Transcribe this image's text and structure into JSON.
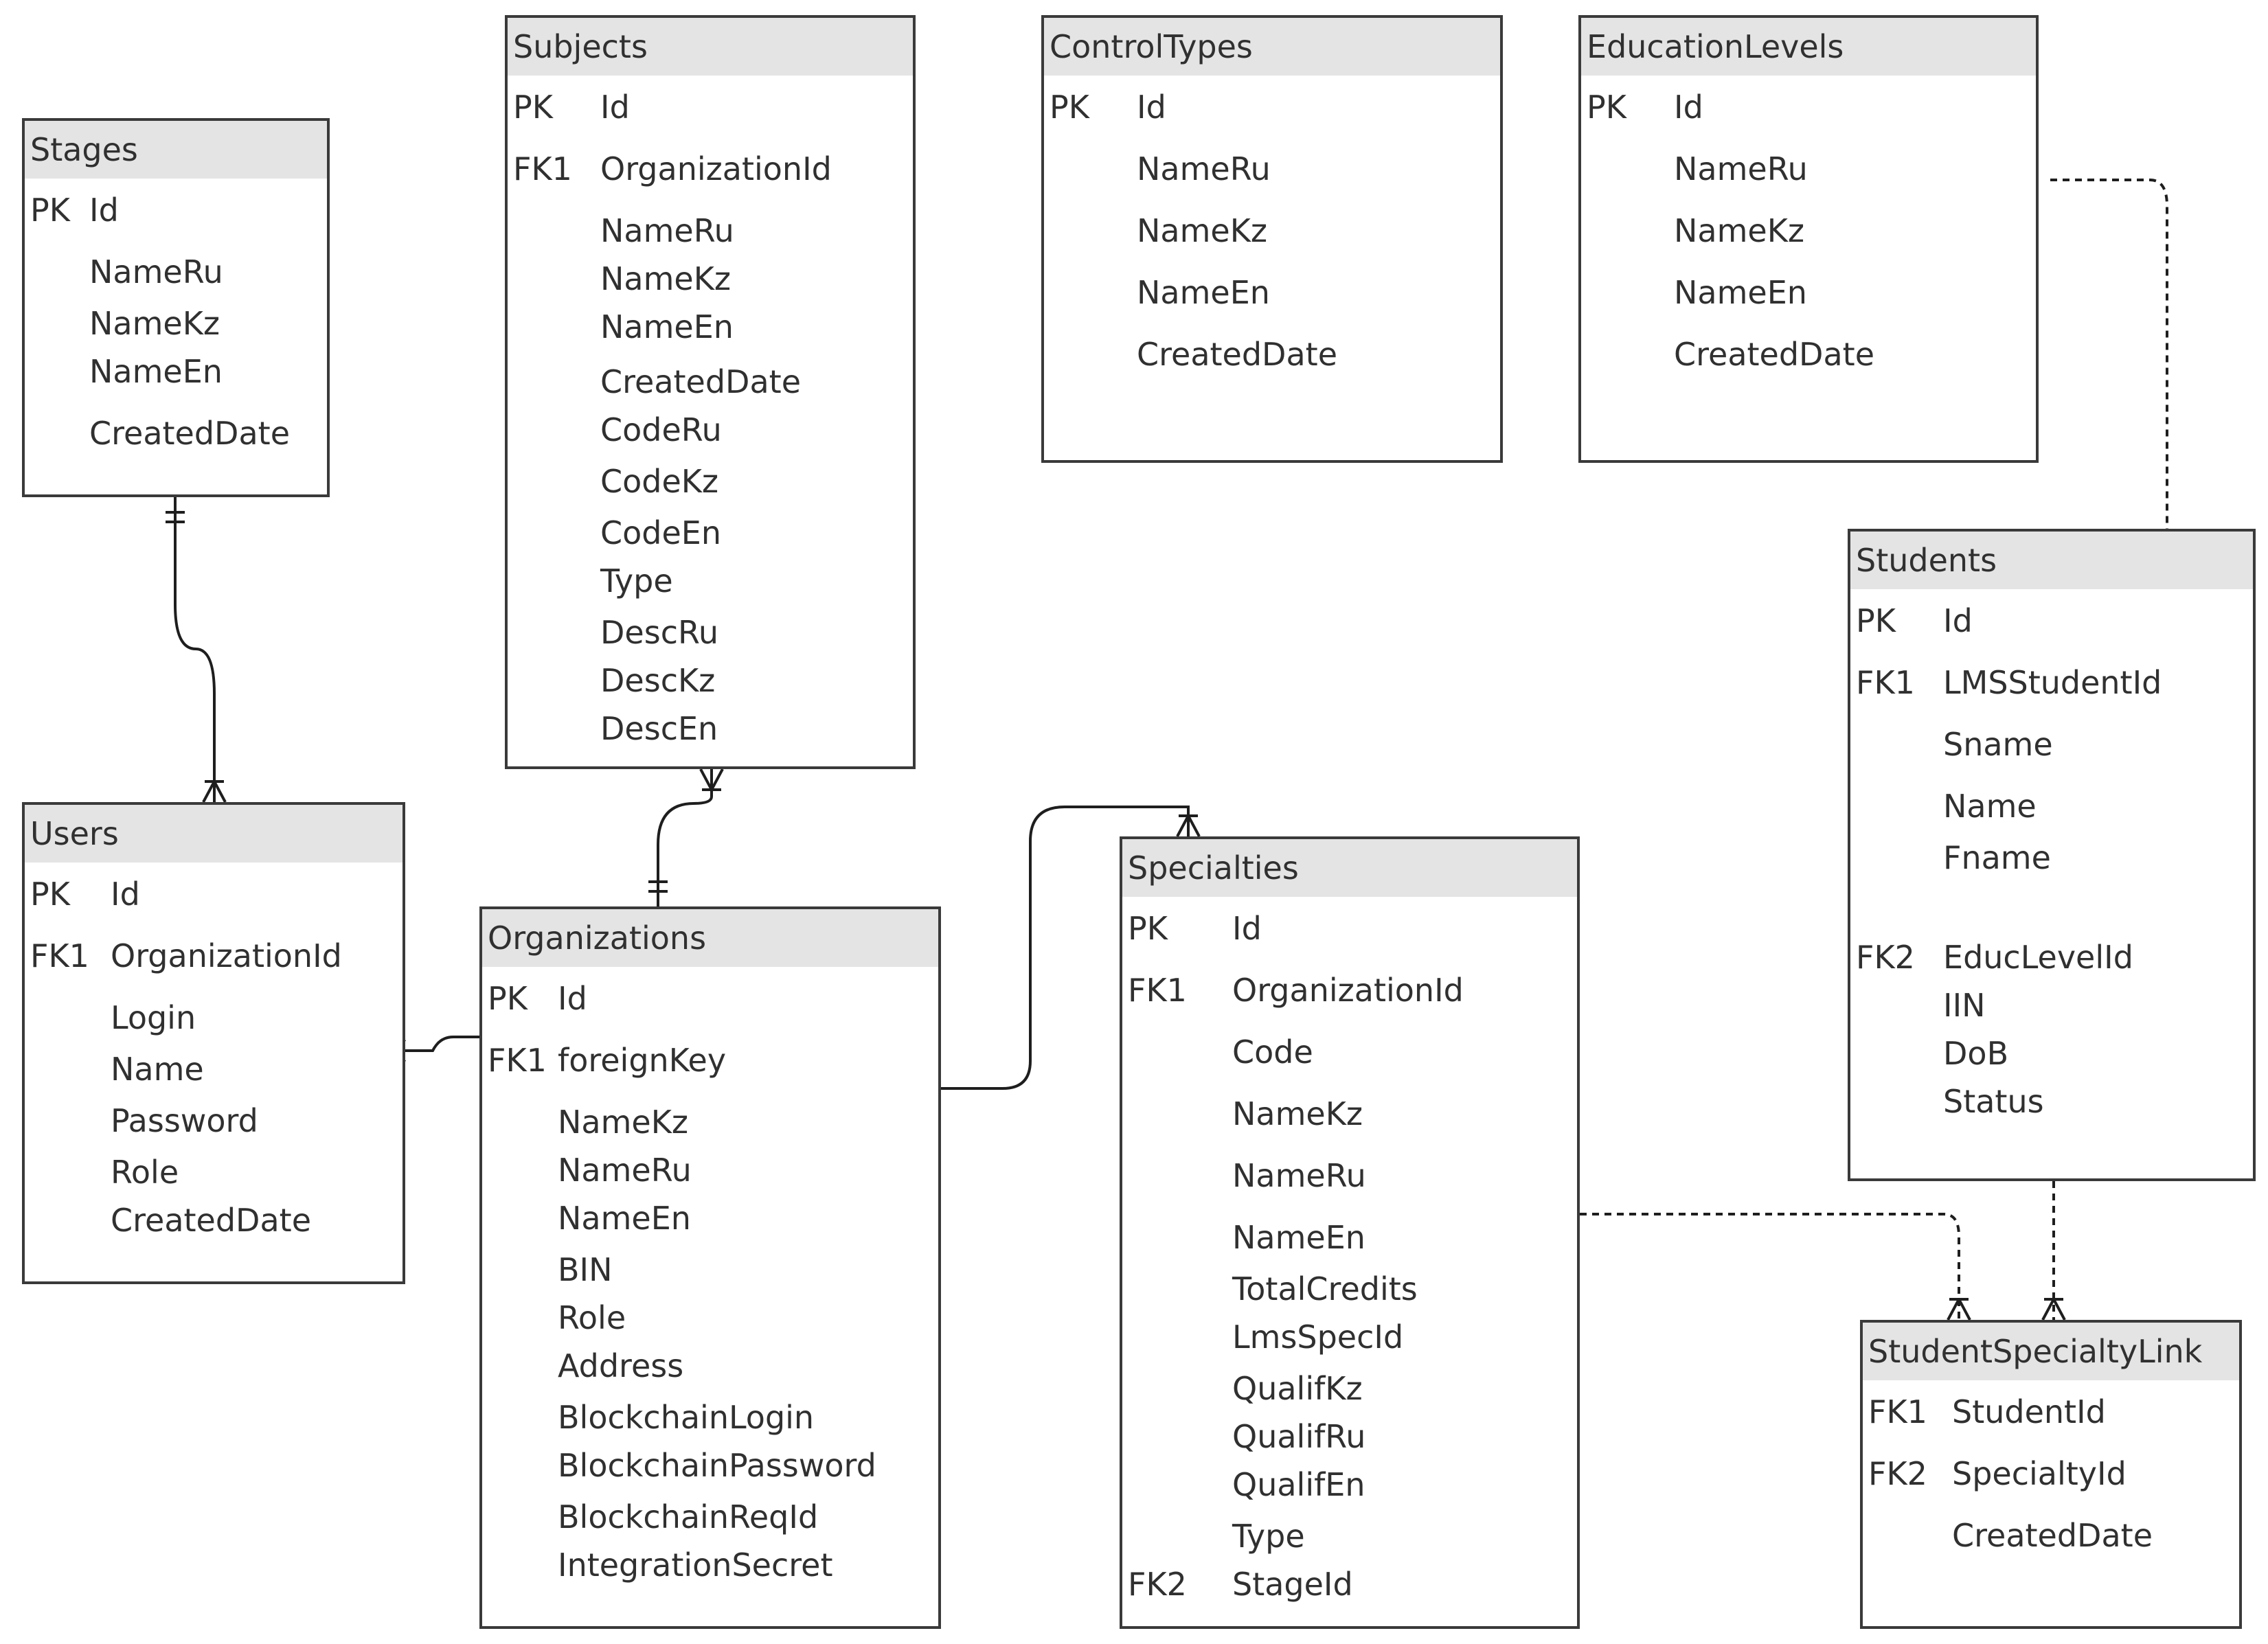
{
  "entities": [
    {
      "id": "stages",
      "title": "Stages",
      "fields": [
        {
          "key": "PK",
          "name": "Id"
        },
        {
          "key": "",
          "name": "NameRu"
        },
        {
          "key": "",
          "name": "NameKz"
        },
        {
          "key": "",
          "name": "NameEn"
        },
        {
          "key": "",
          "name": "CreatedDate"
        }
      ]
    },
    {
      "id": "subjects",
      "title": "Subjects",
      "fields": [
        {
          "key": "PK",
          "name": "Id"
        },
        {
          "key": "FK1",
          "name": "OrganizationId"
        },
        {
          "key": "",
          "name": "NameRu"
        },
        {
          "key": "",
          "name": "NameKz"
        },
        {
          "key": "",
          "name": "NameEn"
        },
        {
          "key": "",
          "name": "CreatedDate"
        },
        {
          "key": "",
          "name": "CodeRu"
        },
        {
          "key": "",
          "name": "CodeKz"
        },
        {
          "key": "",
          "name": "CodeEn"
        },
        {
          "key": "",
          "name": "Type"
        },
        {
          "key": "",
          "name": "DescRu"
        },
        {
          "key": "",
          "name": "DescKz"
        },
        {
          "key": "",
          "name": "DescEn"
        }
      ]
    },
    {
      "id": "controltypes",
      "title": "ControlTypes",
      "fields": [
        {
          "key": "PK",
          "name": "Id"
        },
        {
          "key": "",
          "name": "NameRu"
        },
        {
          "key": "",
          "name": "NameKz"
        },
        {
          "key": "",
          "name": "NameEn"
        },
        {
          "key": "",
          "name": "CreatedDate"
        }
      ]
    },
    {
      "id": "educationlevels",
      "title": "EducationLevels",
      "fields": [
        {
          "key": "PK",
          "name": "Id"
        },
        {
          "key": "",
          "name": "NameRu"
        },
        {
          "key": "",
          "name": "NameKz"
        },
        {
          "key": "",
          "name": "NameEn"
        },
        {
          "key": "",
          "name": "CreatedDate"
        }
      ]
    },
    {
      "id": "students",
      "title": "Students",
      "fields": [
        {
          "key": "PK",
          "name": "Id"
        },
        {
          "key": "FK1",
          "name": "LMSStudentId"
        },
        {
          "key": "",
          "name": "Sname"
        },
        {
          "key": "",
          "name": "Name"
        },
        {
          "key": "",
          "name": "Fname"
        },
        {
          "key": "FK2",
          "name": "EducLevelId"
        },
        {
          "key": "",
          "name": "IIN"
        },
        {
          "key": "",
          "name": "DoB"
        },
        {
          "key": "",
          "name": "Status"
        }
      ]
    },
    {
      "id": "users",
      "title": "Users",
      "fields": [
        {
          "key": "PK",
          "name": "Id"
        },
        {
          "key": "FK1",
          "name": "OrganizationId"
        },
        {
          "key": "",
          "name": "Login"
        },
        {
          "key": "",
          "name": "Name"
        },
        {
          "key": "",
          "name": "Password"
        },
        {
          "key": "",
          "name": "Role"
        },
        {
          "key": "",
          "name": "CreatedDate"
        }
      ]
    },
    {
      "id": "organizations",
      "title": "Organizations",
      "fields": [
        {
          "key": "PK",
          "name": "Id"
        },
        {
          "key": "FK1",
          "name": "foreignKey"
        },
        {
          "key": "",
          "name": "NameKz"
        },
        {
          "key": "",
          "name": "NameRu"
        },
        {
          "key": "",
          "name": "NameEn"
        },
        {
          "key": "",
          "name": "BIN"
        },
        {
          "key": "",
          "name": "Role"
        },
        {
          "key": "",
          "name": "Address"
        },
        {
          "key": "",
          "name": "BlockchainLogin"
        },
        {
          "key": "",
          "name": "BlockchainPassword"
        },
        {
          "key": "",
          "name": "BlockchainReqId"
        },
        {
          "key": "",
          "name": "IntegrationSecret"
        }
      ]
    },
    {
      "id": "specialties",
      "title": "Specialties",
      "fields": [
        {
          "key": "PK",
          "name": "Id"
        },
        {
          "key": "FK1",
          "name": "OrganizationId"
        },
        {
          "key": "",
          "name": "Code"
        },
        {
          "key": "",
          "name": "NameKz"
        },
        {
          "key": "",
          "name": "NameRu"
        },
        {
          "key": "",
          "name": "NameEn"
        },
        {
          "key": "",
          "name": "TotalCredits"
        },
        {
          "key": "",
          "name": "LmsSpecId"
        },
        {
          "key": "",
          "name": "QualifKz"
        },
        {
          "key": "",
          "name": "QualifRu"
        },
        {
          "key": "",
          "name": "QualifEn"
        },
        {
          "key": "",
          "name": "Type"
        },
        {
          "key": "FK2",
          "name": "StageId"
        }
      ]
    },
    {
      "id": "studentspecialtylink",
      "title": "StudentSpecialtyLink",
      "fields": [
        {
          "key": "FK1",
          "name": "StudentId"
        },
        {
          "key": "FK2",
          "name": "SpecialtyId"
        },
        {
          "key": "",
          "name": "CreatedDate"
        }
      ]
    }
  ],
  "relationships": [
    {
      "id": "stages-users",
      "from": "stages",
      "to": "users",
      "from_end": "one",
      "to_end": "many",
      "style": "solid"
    },
    {
      "id": "subjects-organizations",
      "from": "subjects",
      "to": "organizations",
      "from_end": "many",
      "to_end": "one",
      "style": "solid"
    },
    {
      "id": "users-organizations",
      "from": "users",
      "to": "organizations",
      "from_end": "many",
      "to_end": "one",
      "style": "solid"
    },
    {
      "id": "organizations-specialties",
      "from": "organizations",
      "to": "specialties",
      "from_end": "one",
      "to_end": "many",
      "style": "solid"
    },
    {
      "id": "educationlevels-students",
      "from": "educationlevels",
      "to": "students",
      "from_end": "one",
      "to_end": "many",
      "style": "dashed"
    },
    {
      "id": "specialties-studentspecialtylink",
      "from": "specialties",
      "to": "studentspecialtylink",
      "from_end": "one",
      "to_end": "many",
      "style": "dashed"
    },
    {
      "id": "students-studentspecialtylink",
      "from": "students",
      "to": "studentspecialtylink",
      "from_end": "one",
      "to_end": "many",
      "style": "dashed"
    }
  ]
}
